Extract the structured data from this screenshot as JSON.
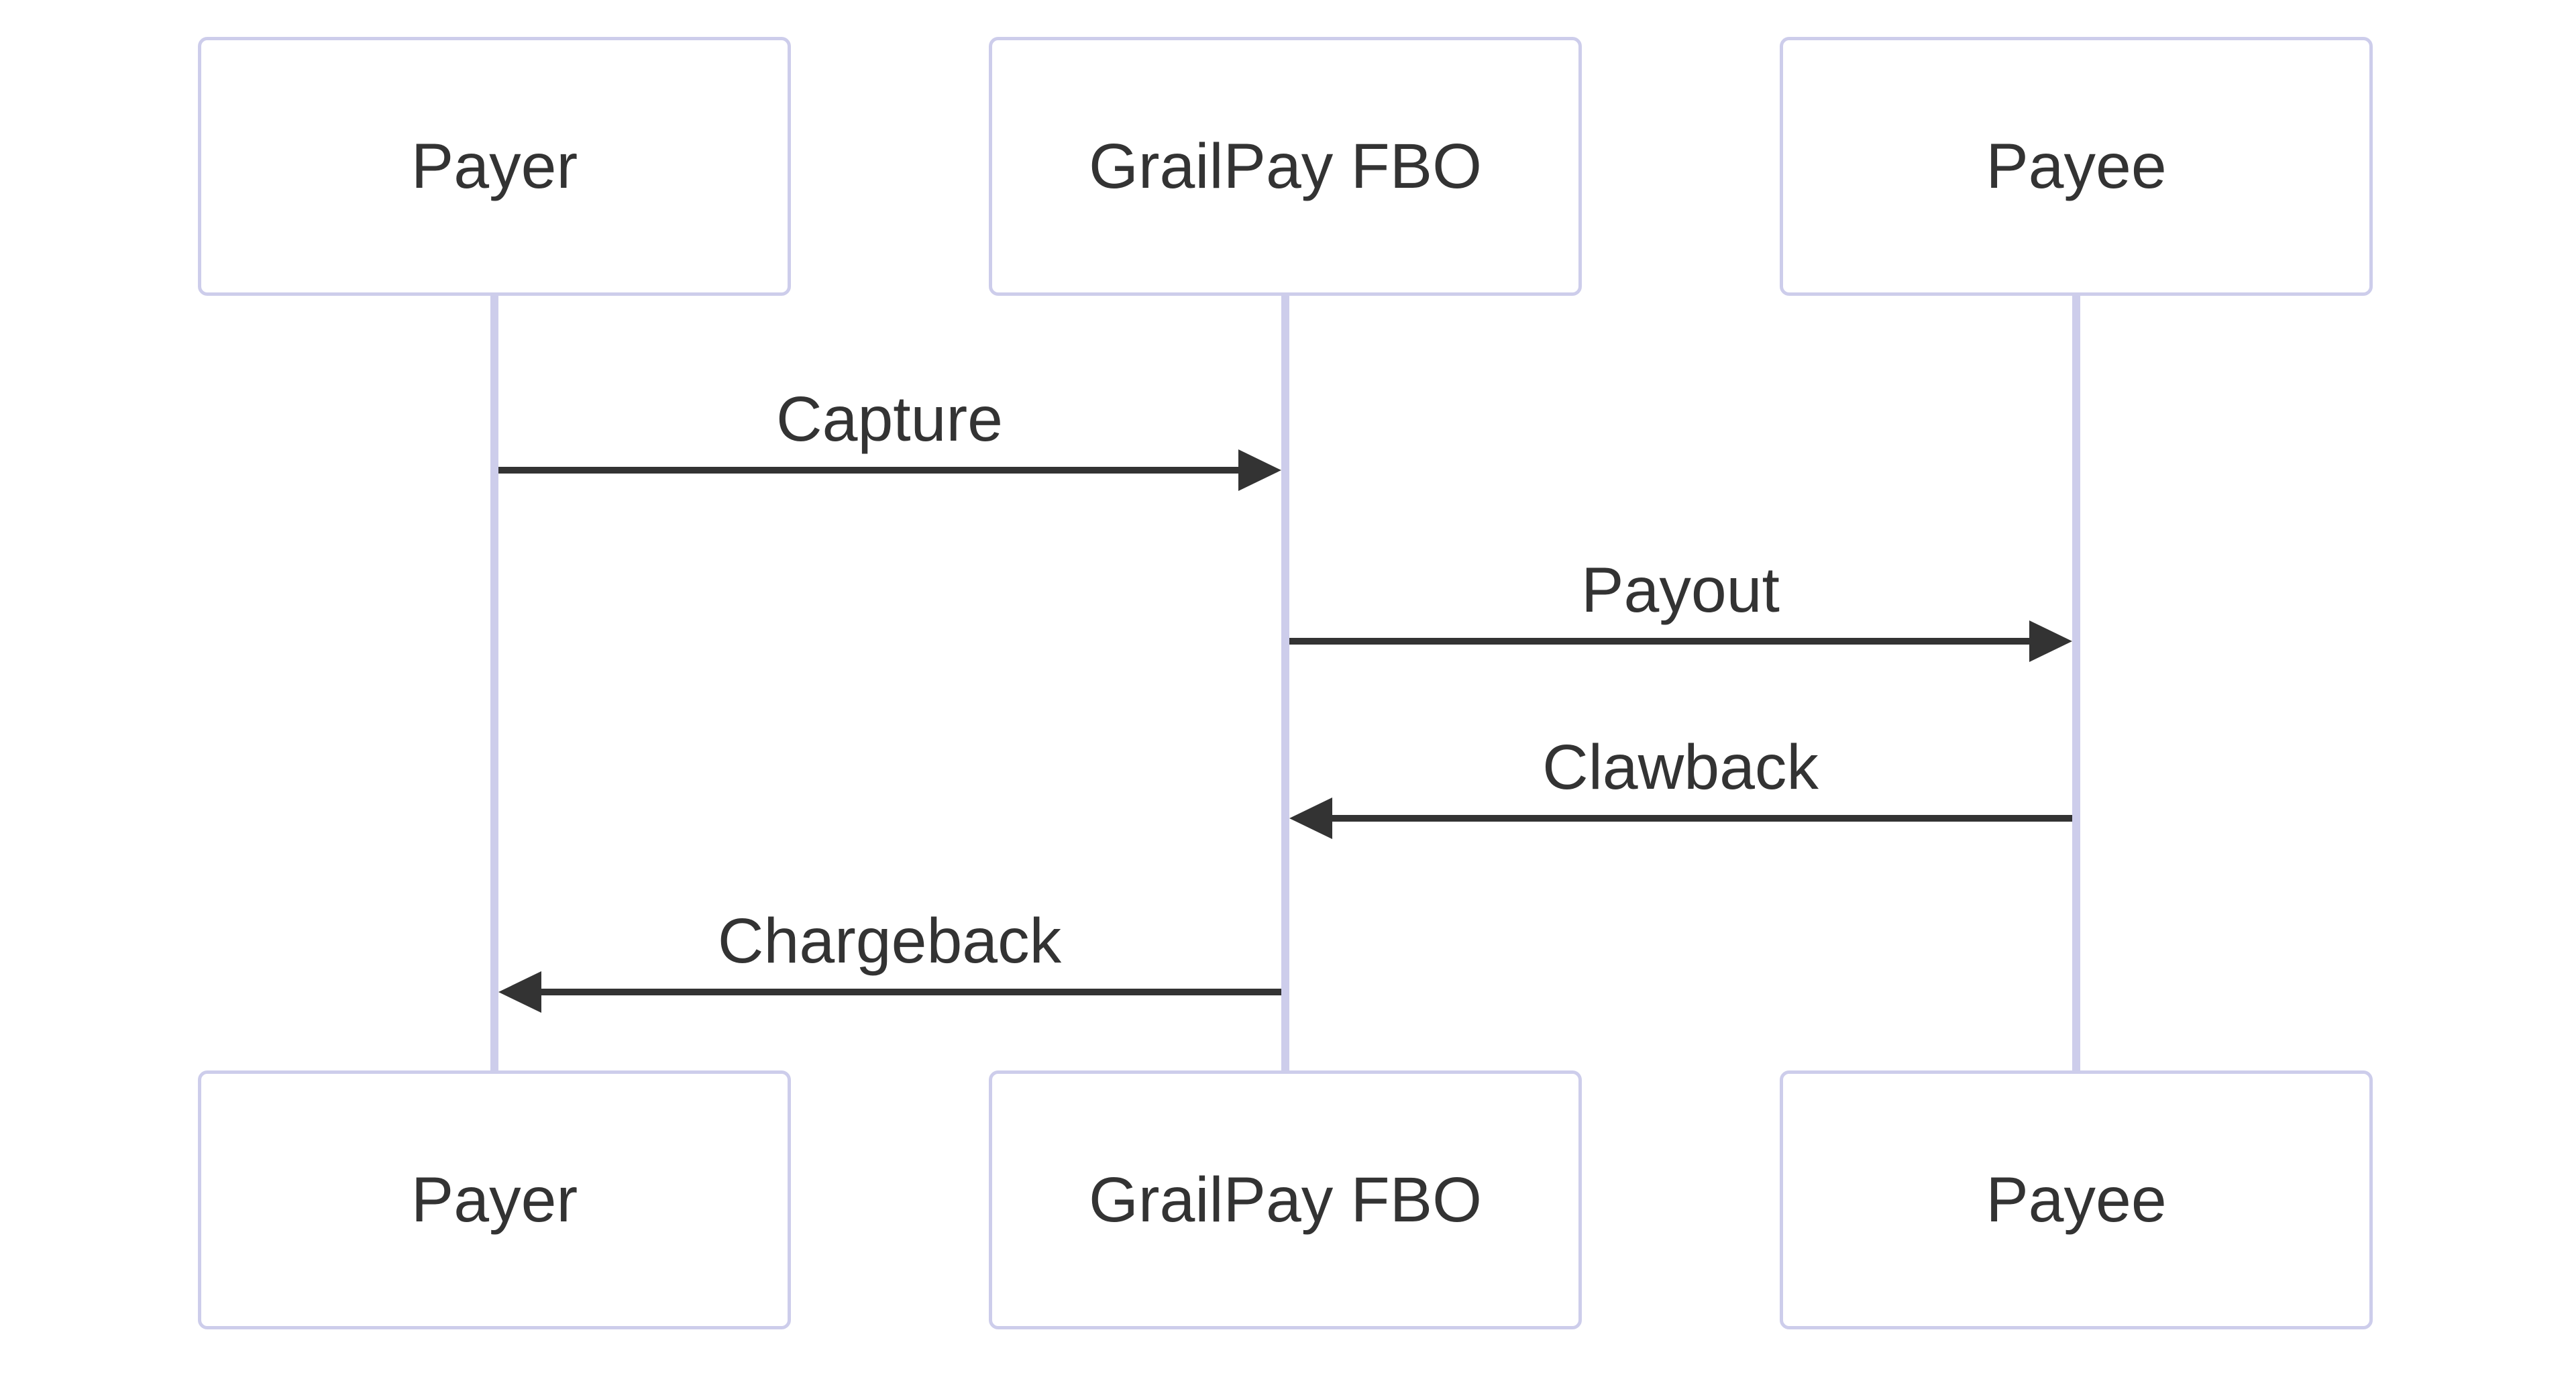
{
  "diagram": {
    "type": "sequence",
    "actors": [
      {
        "id": "payer",
        "label": "Payer"
      },
      {
        "id": "grailpay-fbo",
        "label": "GrailPay FBO"
      },
      {
        "id": "payee",
        "label": "Payee"
      }
    ],
    "messages": [
      {
        "label": "Capture",
        "from": "Payer",
        "to": "GrailPay FBO",
        "direction": "right"
      },
      {
        "label": "Payout",
        "from": "GrailPay FBO",
        "to": "Payee",
        "direction": "right"
      },
      {
        "label": "Clawback",
        "from": "Payee",
        "to": "GrailPay FBO",
        "direction": "left"
      },
      {
        "label": "Chargeback",
        "from": "GrailPay FBO",
        "to": "Payer",
        "direction": "left"
      }
    ]
  },
  "colors": {
    "background": "#ffffff",
    "actor_fill": "#ffffff",
    "actor_border": "#cdcdeb",
    "lifeline": "#cdcdeb",
    "text": "#333333",
    "arrow": "#333333"
  }
}
